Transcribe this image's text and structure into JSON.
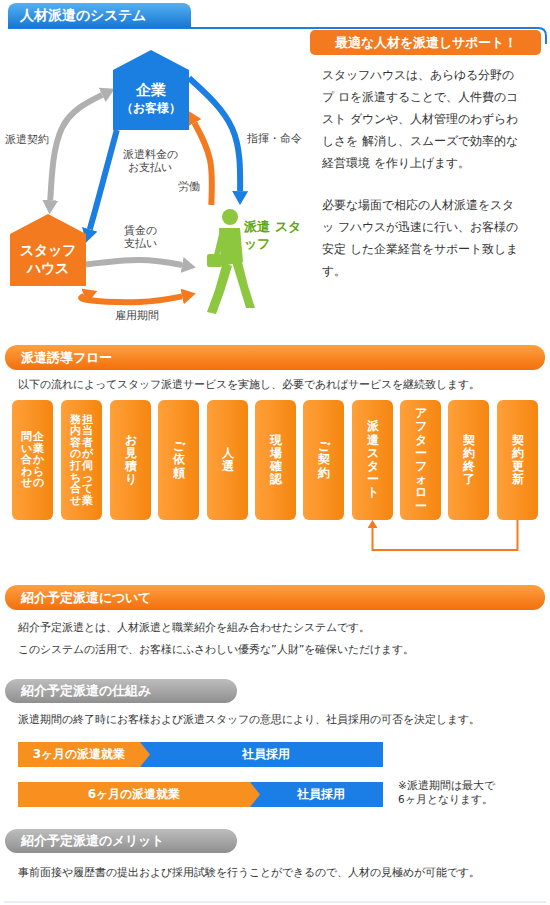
{
  "diagram": {
    "title": "人材派遣のシステム",
    "nodes": [
      {
        "text": [
          "企業",
          "（お客様）"
        ]
      },
      {
        "text": [
          "スタッフ ハウス"
        ]
      },
      {
        "text": [
          "派遣 スタッフ"
        ]
      },
      {
        "text": [
          "最適な人材を派遣しサポート！"
        ]
      },
      {
        "text": [
          "派遣誘導フロー"
        ]
      },
      {
        "text": [
          "企業からの問い合わせ"
        ]
      },
      {
        "text": [
          "担当者が伺って業務内容の打ち合せ"
        ]
      },
      {
        "text": [
          "お見積り"
        ]
      },
      {
        "text": [
          "ご依頼"
        ]
      },
      {
        "text": [
          "人選"
        ]
      },
      {
        "text": [
          "現場確認"
        ]
      },
      {
        "text": [
          "ご契約"
        ]
      },
      {
        "text": [
          "派遣スタート"
        ]
      },
      {
        "text": [
          "アフターフォロー"
        ]
      },
      {
        "text": [
          "契約終了"
        ]
      },
      {
        "text": [
          "契約更新"
        ]
      },
      {
        "text": [
          "紹介予定派遣について"
        ]
      },
      {
        "text": [
          "紹介予定派遣の仕組み"
        ]
      },
      {
        "text": [
          "3ヶ月の派遣就業"
        ]
      },
      {
        "text": [
          "社員採用"
        ]
      },
      {
        "text": [
          "6ヶ月の派遣就業"
        ]
      },
      {
        "text": [
          "社員採用"
        ]
      },
      {
        "text": [
          "紹介予定派遣のメリット"
        ]
      }
    ],
    "edges": [
      {
        "from": 1,
        "to": 0,
        "arrow": "both",
        "label": "派遣契約"
      },
      {
        "from": 0,
        "to": 1,
        "arrow": "to",
        "label": "派遣料金の お支払い"
      },
      {
        "from": 0,
        "to": 2,
        "arrow": "to",
        "label": "指揮・命令"
      },
      {
        "from": 2,
        "to": 0,
        "arrow": "to",
        "label": "労働"
      },
      {
        "from": 1,
        "to": 2,
        "arrow": "to",
        "label": "賃金の 支払い"
      },
      {
        "from": 1,
        "to": 2,
        "arrow": "both",
        "label": "雇用期間"
      },
      {
        "from": 15,
        "to": 12,
        "arrow": "to"
      }
    ],
    "labels": [
      "スタッフハウスは、あらゆる分野のプ ロを派遣することで、人件費のコスト ダウンや、人材管理のわずらわしさを 解消し、スムーズで効率的な経営環境 を作り上げます。",
      "必要な場面で相応の人材派遣をスタッ フハウスが迅速に行い、お客様の安定 した企業経営をサポート致します。",
      "以下の流れによってスタッフ派遣サービスを実施し、必要であればサービスを継続致します。",
      "紹介予定派遣とは、人材派遣と職業紹介を組み合わせたシステムです。",
      "このシステムの活用で、お客様にふさわしい優秀な”人財”を確保いただけます。",
      "派遣期間の終了時にお客様および派遣スタッフの意思により、社員採用の可否を決定します。",
      "※派遣期間は最大で 6ヶ月となります。",
      "事前面接や履歴書の提出および採用試験を行うことができるので、人材の見極めが可能です。"
    ]
  }
}
